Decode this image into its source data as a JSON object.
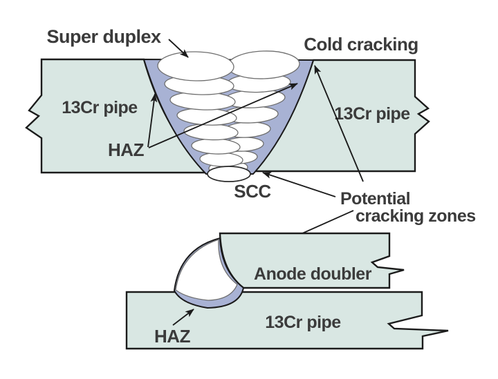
{
  "labels": {
    "super_duplex": "Super duplex",
    "cold_cracking": "Cold cracking",
    "pipe_left_13cr": "13Cr pipe",
    "pipe_right_13cr": "13Cr pipe",
    "haz_weld": "HAZ",
    "scc": "SCC",
    "potential_line1": "Potential",
    "potential_line2": "cracking zones",
    "anode_doubler": "Anode doubler",
    "pipe_bottom_13cr": "13Cr pipe",
    "haz_fillet": "HAZ"
  },
  "colors": {
    "pipe_fill": "#d9e7e3",
    "haz_fill": "#a8b2d4",
    "weld_bead_fill": "#ffffff",
    "outline": "#1b1b1b",
    "bead_stroke": "#6e6e6e",
    "label_text": "#3b3b3b",
    "background": "#ffffff"
  }
}
